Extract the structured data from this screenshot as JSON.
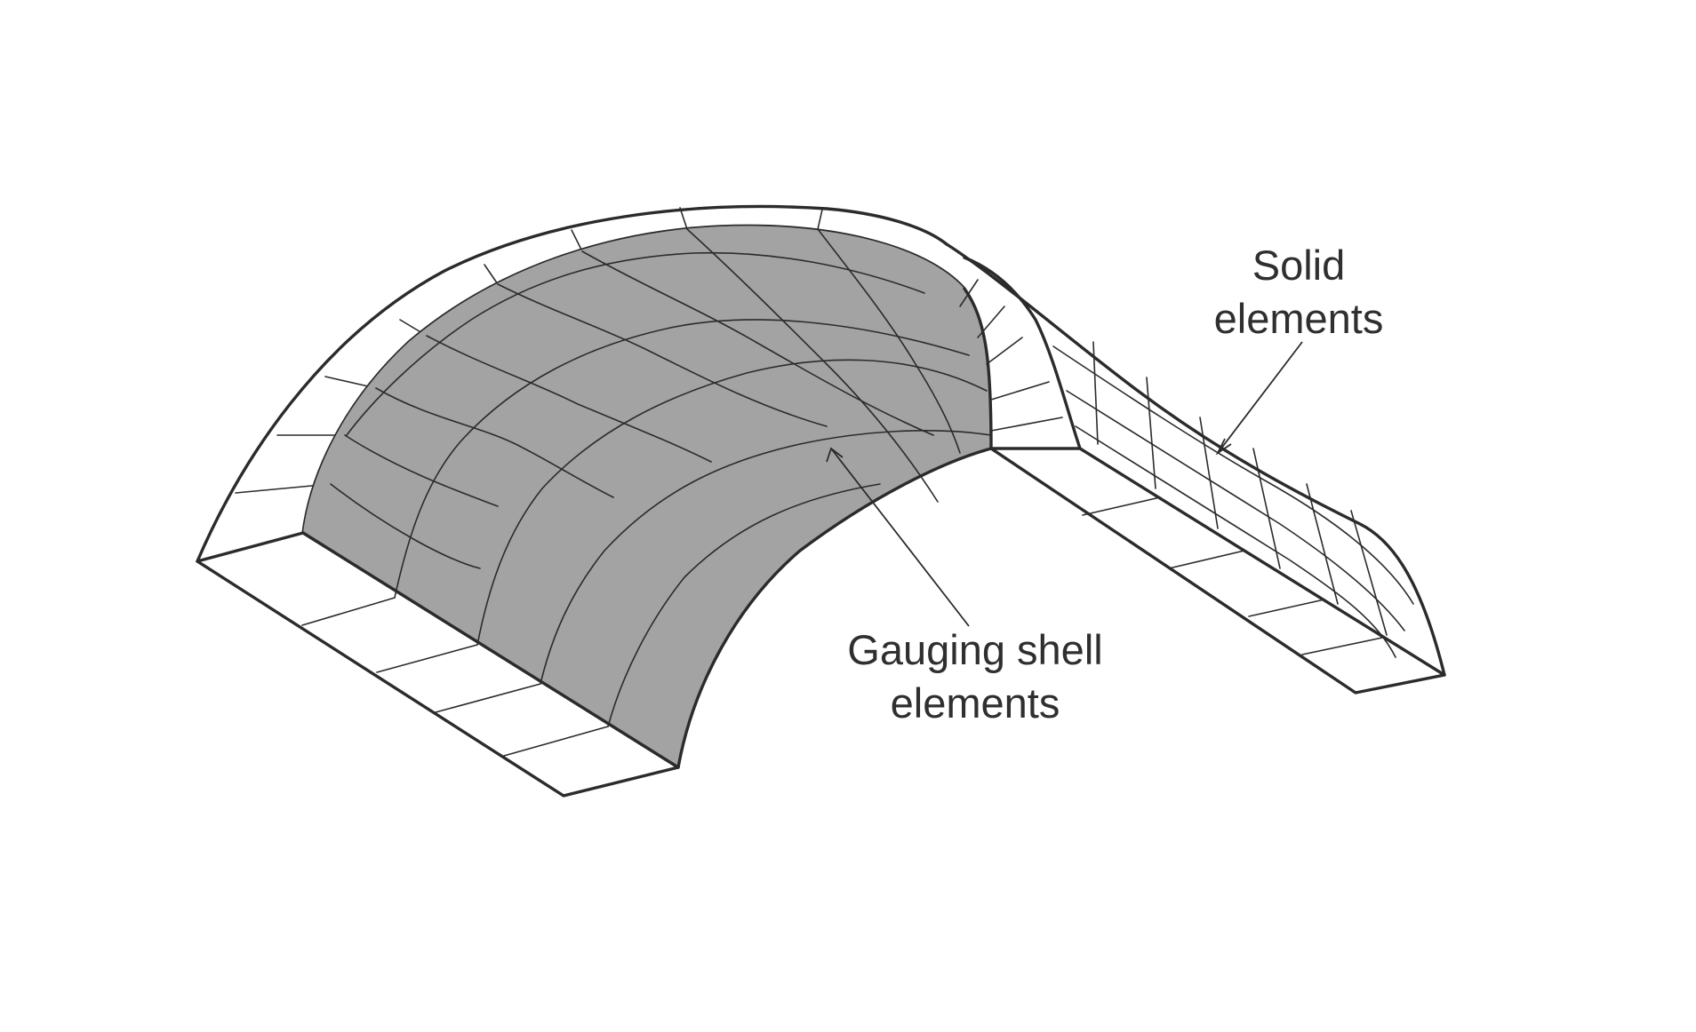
{
  "labels": {
    "solid_line1": "Solid",
    "solid_line2": "elements",
    "shell_line1": "Gauging shell",
    "shell_line2": "elements"
  },
  "colors": {
    "shell_fill": "#a3a3a3",
    "solid_fill": "#ffffff",
    "line": "#2b2b2b",
    "text": "#2f2f2f"
  }
}
